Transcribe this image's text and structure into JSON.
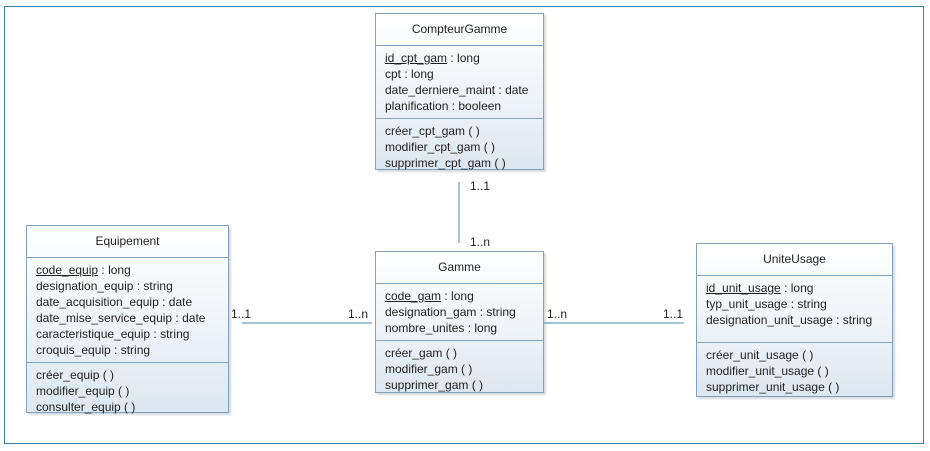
{
  "classes": {
    "compteur": {
      "name": "CompteurGamme",
      "attributes": [
        {
          "name": "id_cpt_gam",
          "type": " : long"
        },
        {
          "name": "cpt",
          "type": " : long"
        },
        {
          "name": "date_derniere_maint",
          "type": " : date"
        },
        {
          "name": "planification",
          "type": " : booleen"
        }
      ],
      "operations": [
        "créer_cpt_gam ( )",
        "modifier_cpt_gam ( )",
        "supprimer_cpt_gam ( )"
      ]
    },
    "equipement": {
      "name": "Equipement",
      "attributes": [
        {
          "name": "code_equip",
          "type": " : long"
        },
        {
          "name": "designation_equip",
          "type": " : string"
        },
        {
          "name": "date_acquisition_equip",
          "type": " : date"
        },
        {
          "name": "date_mise_service_equip",
          "type": " : date"
        },
        {
          "name": "caracteristique_equip",
          "type": " : string"
        },
        {
          "name": "croquis_equip",
          "type": " : string"
        }
      ],
      "operations": [
        "créer_equip ( )",
        "modifier_equip ( )",
        "consulter_equip ( )"
      ]
    },
    "gamme": {
      "name": "Gamme",
      "attributes": [
        {
          "name": "code_gam",
          "type": " : long"
        },
        {
          "name": "designation_gam",
          "type": " : string"
        },
        {
          "name": "nombre_unites",
          "type": " : long"
        }
      ],
      "operations": [
        "créer_gam ( )",
        "modifier_gam ( )",
        "supprimer_gam ( )"
      ]
    },
    "unite": {
      "name": "UniteUsage",
      "attributes": [
        {
          "name": "id_unit_usage",
          "type": " : long"
        },
        {
          "name": "typ_unit_usage",
          "type": " : string"
        },
        {
          "name": "designation_unit_usage",
          "type": " : string"
        }
      ],
      "operations": [
        "créer_unit_usage ( )",
        "modifier_unit_usage ( )",
        "supprimer_unit_usage ( )"
      ]
    }
  },
  "multiplicities": {
    "compteur_side": "1..1",
    "gamme_top": "1..n",
    "equip_side": "1..1",
    "gamme_left": "1..n",
    "gamme_right": "1..n",
    "unite_side": "1..1"
  }
}
